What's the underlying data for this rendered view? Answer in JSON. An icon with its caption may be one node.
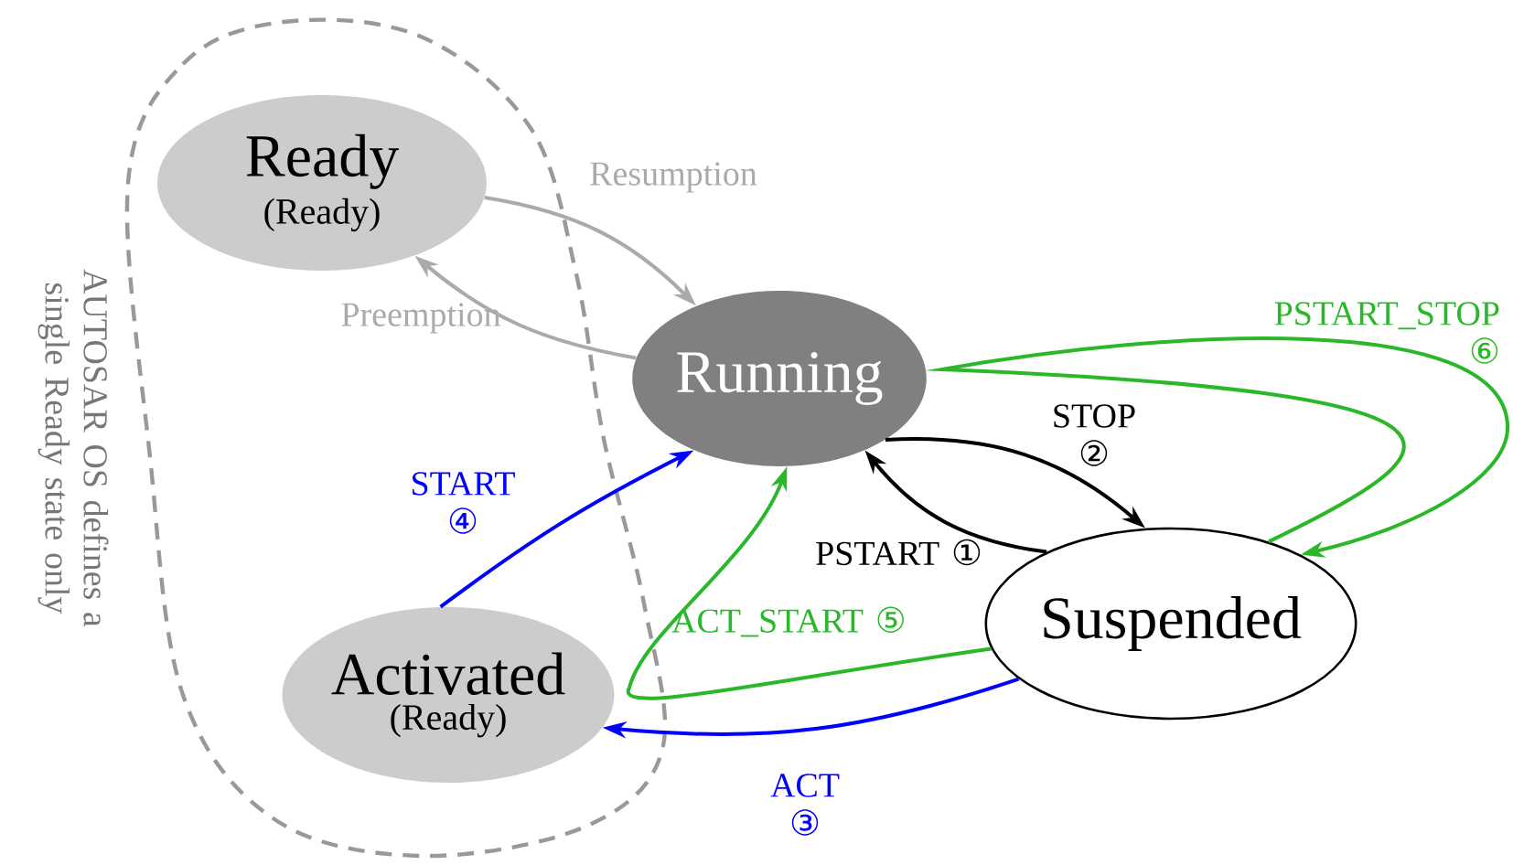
{
  "diagram": {
    "nodes": [
      {
        "text": [
          "Ready",
          "(Ready)"
        ]
      },
      {
        "text": [
          "Running"
        ]
      },
      {
        "text": [
          "Suspended"
        ]
      },
      {
        "text": [
          "Activated",
          "(Ready)"
        ]
      }
    ],
    "edges": [
      {
        "from": 0,
        "to": 1,
        "arrow": "to",
        "label": "Resumption",
        "color": "#aaaaaa"
      },
      {
        "from": 1,
        "to": 0,
        "arrow": "to",
        "label": "Preemption",
        "color": "#aaaaaa"
      },
      {
        "from": 2,
        "to": 1,
        "arrow": "to",
        "label": "PSTART ①",
        "color": "#000000"
      },
      {
        "from": 1,
        "to": 2,
        "arrow": "to",
        "label": "STOP ②",
        "color": "#000000"
      },
      {
        "from": 2,
        "to": 3,
        "arrow": "to",
        "label": "ACT ③",
        "color": "#0000ff"
      },
      {
        "from": 3,
        "to": 1,
        "arrow": "to",
        "label": "START ④",
        "color": "#0000ff"
      },
      {
        "from": 2,
        "to": 1,
        "arrow": "to",
        "label": "ACT_START ⑤",
        "color": "#2ab82a"
      },
      {
        "from": 2,
        "to": 2,
        "arrow": "to",
        "label": "PSTART_STOP ⑥",
        "color": "#2ab82a"
      }
    ],
    "labels": [
      "AUTOSAR OS defines a single Ready state only"
    ]
  }
}
